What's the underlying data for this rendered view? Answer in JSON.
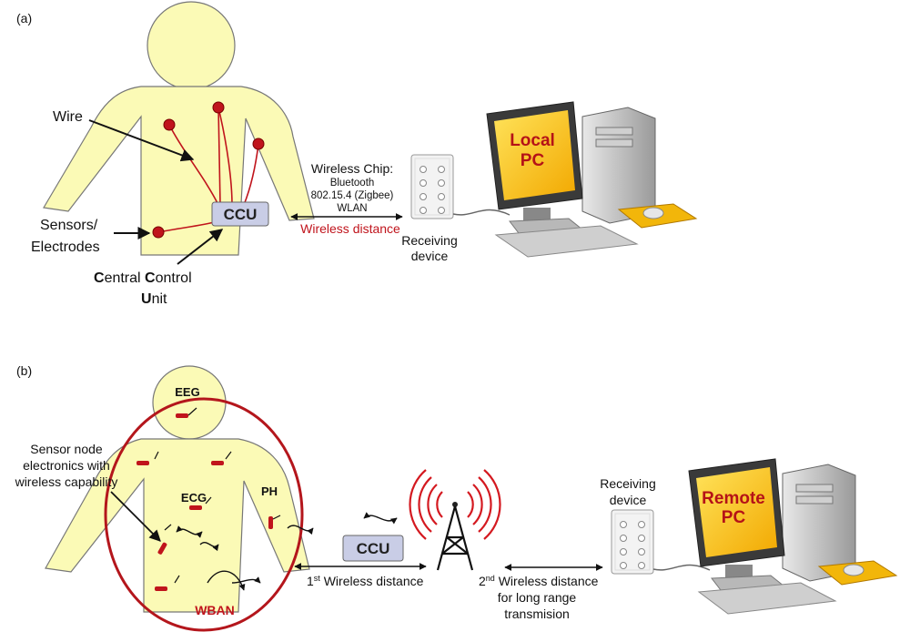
{
  "panel_a": {
    "label": "(a)",
    "wire": "Wire",
    "sensors_line1": "Sensors/",
    "sensors_line2": "Electrodes",
    "ccu": "CCU",
    "central_C1": "C",
    "central_rest1": "entral ",
    "central_C2": "C",
    "central_rest2": "ontrol",
    "unit_U": "U",
    "unit_rest": "nit",
    "chip_title": "Wireless Chip:",
    "chip_line1": "Bluetooth",
    "chip_line2": "802.15.4 (Zigbee)",
    "chip_line3": "WLAN",
    "wireless_distance": "Wireless distance",
    "receiving_line1": "Receiving",
    "receiving_line2": "device",
    "pc_line1": "Local",
    "pc_line2": "PC"
  },
  "panel_b": {
    "label": "(b)",
    "eeg": "EEG",
    "ecg": "ECG",
    "ph": "PH",
    "sensor_node_line1": "Sensor node",
    "sensor_node_line2": "electronics with",
    "sensor_node_line3": "wireless capability",
    "wban": "WBAN",
    "ccu": "CCU",
    "first_num": "1",
    "first_sup": "st",
    "first_rest": " Wireless distance",
    "second_num": "2",
    "second_sup": "nd",
    "second_rest": " Wireless distance",
    "second_line2": "for long range",
    "second_line3": "transmision",
    "receiving_line1": "Receiving",
    "receiving_line2": "device",
    "pc_line1": "Remote",
    "pc_line2": "PC"
  },
  "colors": {
    "body": "#fbfab6",
    "accent_red": "#c0141c",
    "ccu_box": "#c9cde6",
    "monitor_screen": "#f5c400",
    "mousepad": "#f2b60a"
  }
}
